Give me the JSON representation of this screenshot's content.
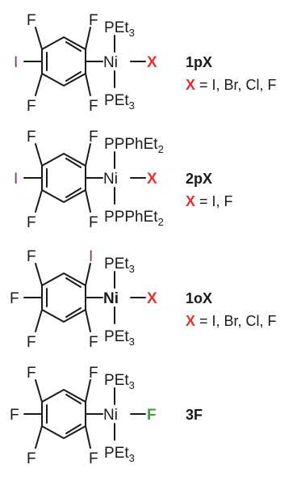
{
  "colors": {
    "iodine": "#8b2c8b",
    "x_red": "#e8302a",
    "fluorine_green": "#3aa537",
    "ink": "#1a1a1a"
  },
  "atoms": {
    "fluorine": "F",
    "iodine": "I",
    "nickel": "Ni",
    "x": "X",
    "p": "P",
    "et3": "Et",
    "et2": "Et",
    "sub3": "3",
    "sub2": "2",
    "ph": "Ph"
  },
  "compounds": [
    {
      "label": "1pX",
      "x_equals": " = I, Br, Cl, F",
      "ligand_top": "PEt3",
      "ligand_bottom": "PEt3",
      "ligand_x": "X"
    },
    {
      "label": "2pX",
      "x_equals": " = I, F",
      "ligand_top": "PPhEt2",
      "ligand_bottom": "PPhEt2",
      "ligand_x": "X"
    },
    {
      "label": "1oX",
      "x_equals": " = I, Br, Cl, F",
      "ligand_top": "PEt3",
      "ligand_bottom": "PEt3",
      "ligand_x": "X"
    },
    {
      "label": "3F",
      "x_equals": "",
      "ligand_top": "PEt3",
      "ligand_bottom": "PEt3",
      "ligand_x": "F"
    }
  ]
}
